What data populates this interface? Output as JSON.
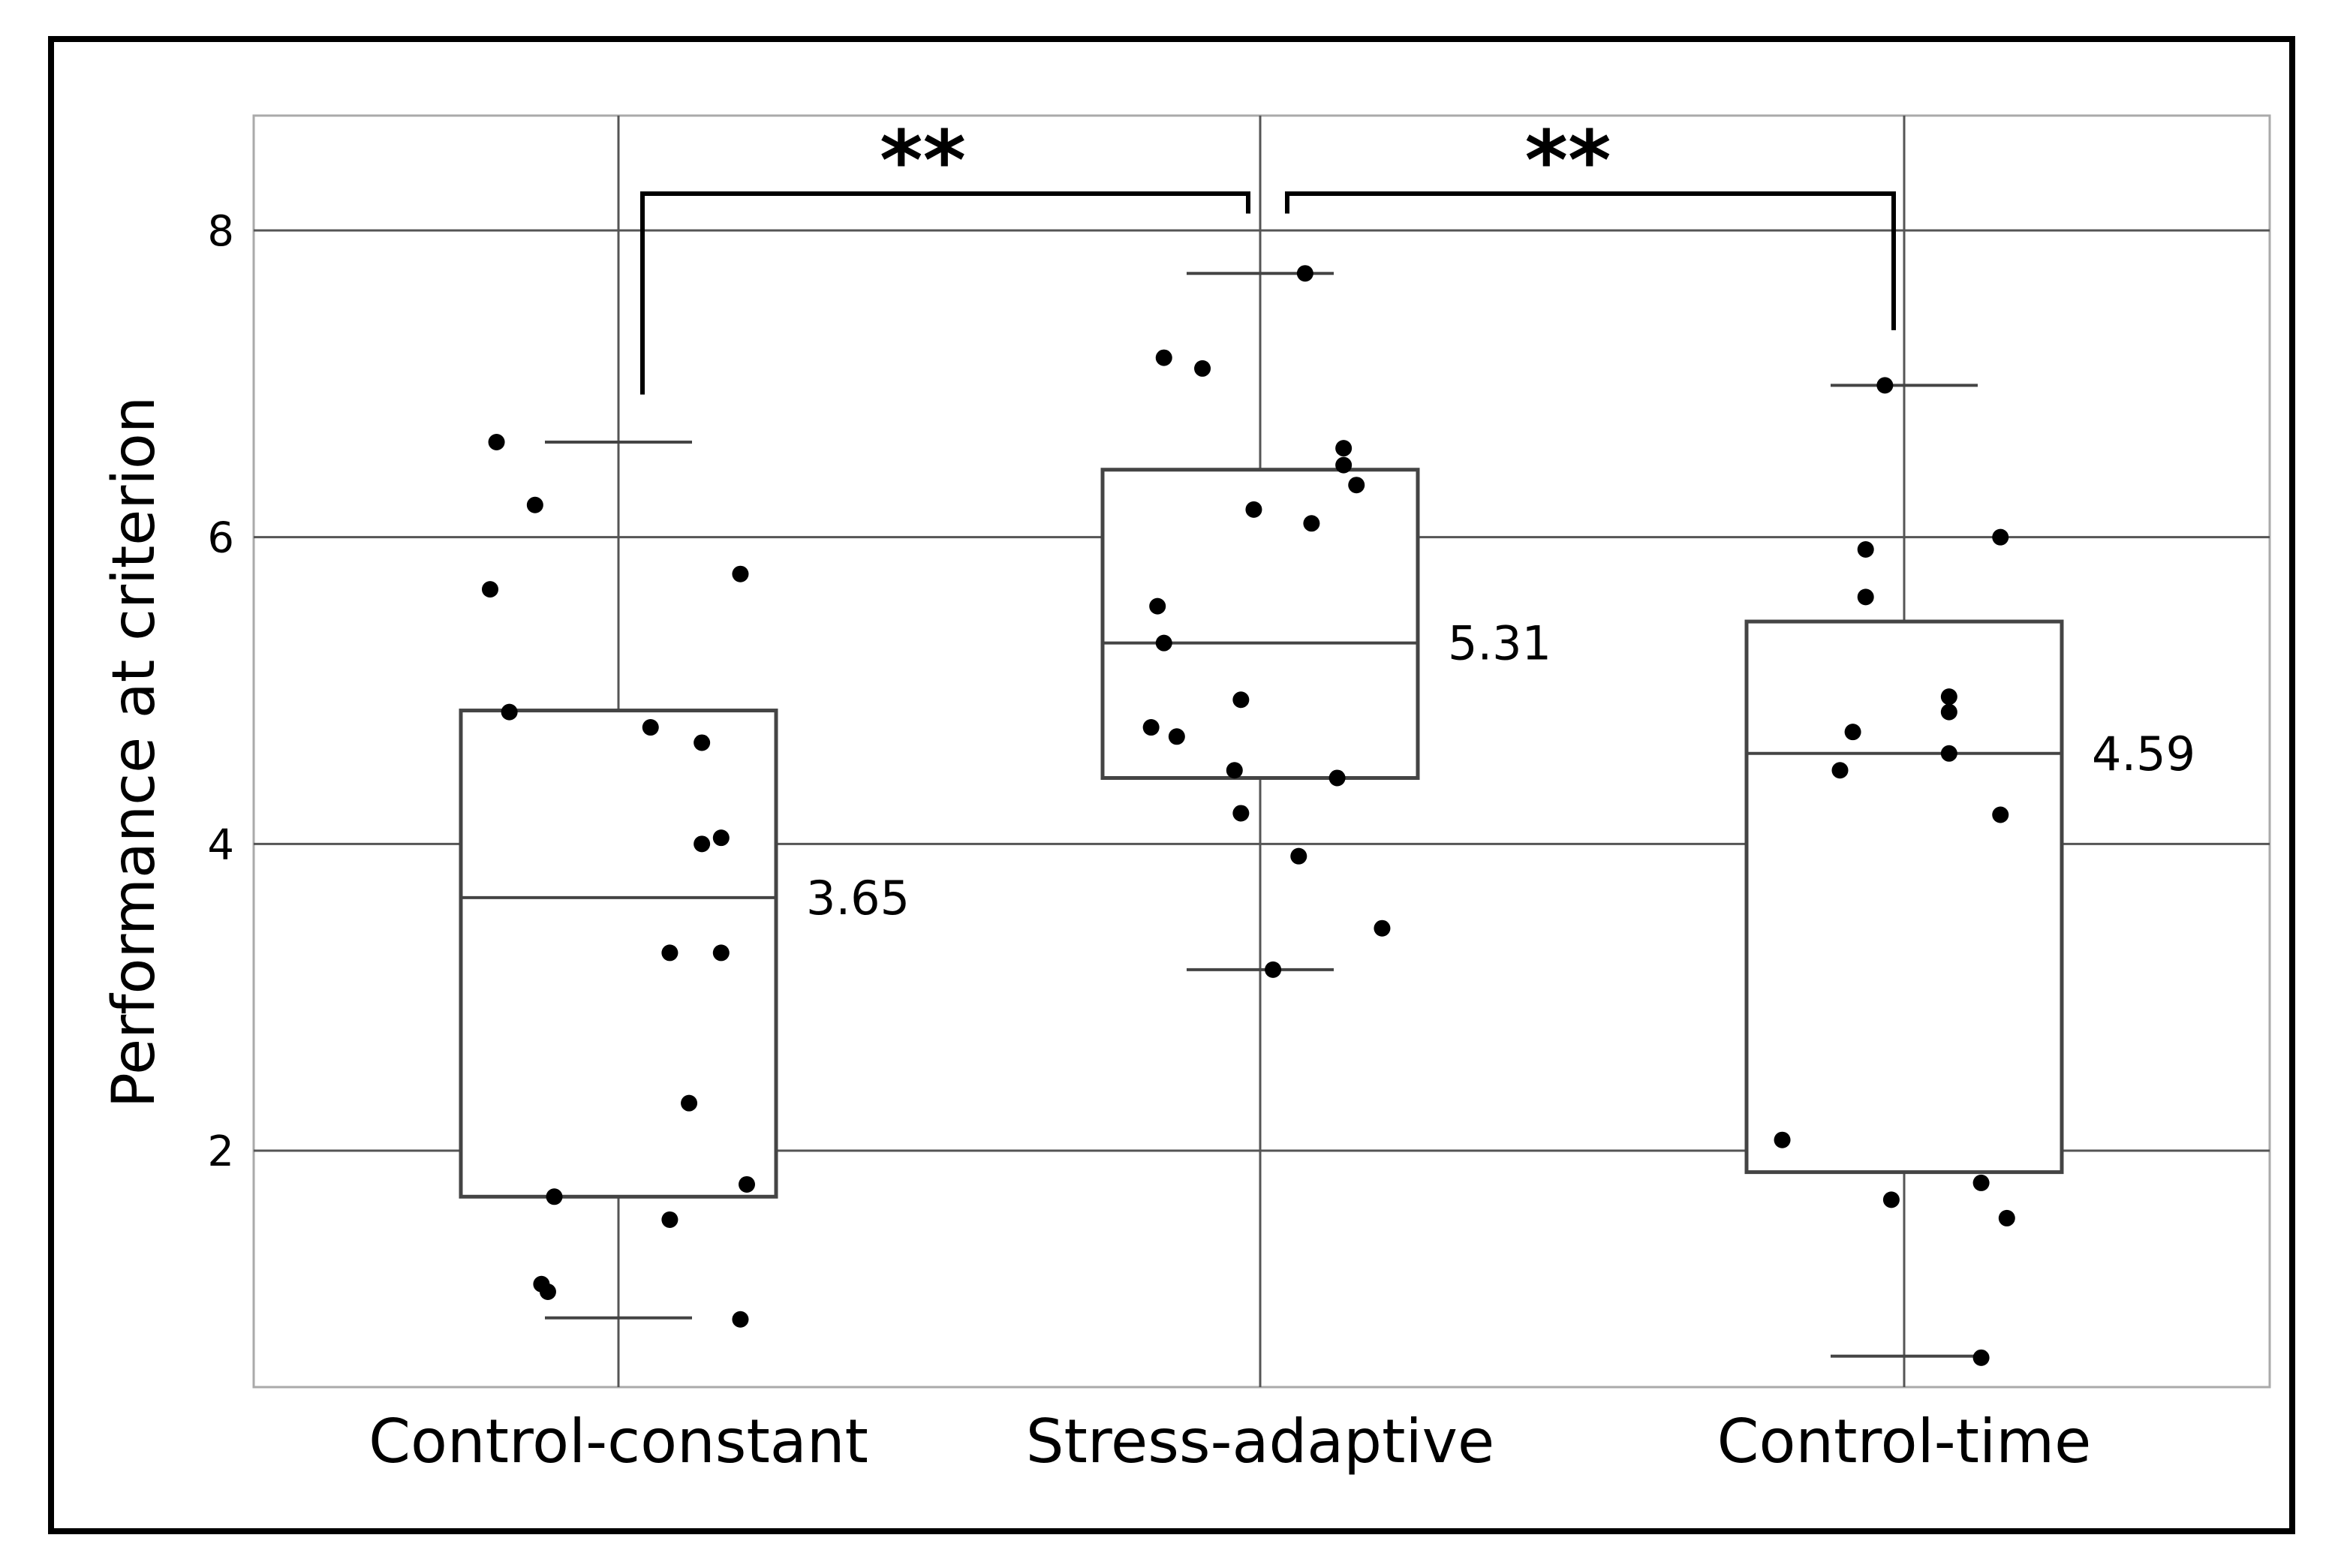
{
  "chart_data": {
    "type": "box",
    "xlabel": "",
    "ylabel": "Performance at  criterion",
    "ylim": [
      0.5,
      8.75
    ],
    "yticks": [
      2,
      4,
      6,
      8
    ],
    "grid": true,
    "categories": [
      "Control-constant",
      "Stress-adaptive",
      "Control-time"
    ],
    "boxes": [
      {
        "category": "Control-constant",
        "whisker_low": 0.91,
        "q1": 1.7,
        "median": 3.65,
        "q3": 4.87,
        "whisker_high": 6.62,
        "median_label": "3.65",
        "points": [
          {
            "x": -0.19,
            "y": 6.62
          },
          {
            "x": -0.13,
            "y": 6.21
          },
          {
            "x": -0.2,
            "y": 5.66
          },
          {
            "x": 0.19,
            "y": 5.76
          },
          {
            "x": -0.17,
            "y": 4.86
          },
          {
            "x": 0.05,
            "y": 4.76
          },
          {
            "x": 0.13,
            "y": 4.66
          },
          {
            "x": 0.13,
            "y": 4.0
          },
          {
            "x": 0.16,
            "y": 4.04
          },
          {
            "x": 0.08,
            "y": 3.29
          },
          {
            "x": 0.16,
            "y": 3.29
          },
          {
            "x": 0.11,
            "y": 2.31
          },
          {
            "x": 0.2,
            "y": 1.78
          },
          {
            "x": -0.1,
            "y": 1.7
          },
          {
            "x": 0.08,
            "y": 1.55
          },
          {
            "x": -0.12,
            "y": 1.13
          },
          {
            "x": -0.11,
            "y": 1.08
          },
          {
            "x": 0.19,
            "y": 0.9
          }
        ]
      },
      {
        "category": "Stress-adaptive",
        "whisker_low": 3.18,
        "q1": 4.43,
        "median": 5.31,
        "q3": 6.44,
        "whisker_high": 7.72,
        "median_label": "5.31",
        "points": [
          {
            "x": 0.07,
            "y": 7.72
          },
          {
            "x": -0.15,
            "y": 7.17
          },
          {
            "x": -0.09,
            "y": 7.1
          },
          {
            "x": 0.13,
            "y": 6.58
          },
          {
            "x": 0.13,
            "y": 6.47
          },
          {
            "x": 0.15,
            "y": 6.34
          },
          {
            "x": -0.01,
            "y": 6.18
          },
          {
            "x": 0.08,
            "y": 6.09
          },
          {
            "x": -0.16,
            "y": 5.55
          },
          {
            "x": -0.15,
            "y": 5.31
          },
          {
            "x": -0.03,
            "y": 4.94
          },
          {
            "x": -0.17,
            "y": 4.76
          },
          {
            "x": -0.13,
            "y": 4.7
          },
          {
            "x": -0.04,
            "y": 4.48
          },
          {
            "x": 0.12,
            "y": 4.43
          },
          {
            "x": -0.03,
            "y": 4.2
          },
          {
            "x": 0.06,
            "y": 3.92
          },
          {
            "x": 0.19,
            "y": 3.45
          },
          {
            "x": 0.02,
            "y": 3.18
          }
        ]
      },
      {
        "category": "Control-time",
        "whisker_low": 0.66,
        "q1": 1.86,
        "median": 4.59,
        "q3": 5.45,
        "whisker_high": 6.99,
        "median_label": "4.59",
        "points": [
          {
            "x": -0.03,
            "y": 6.99
          },
          {
            "x": -0.06,
            "y": 5.92
          },
          {
            "x": 0.15,
            "y": 6.0
          },
          {
            "x": -0.06,
            "y": 5.61
          },
          {
            "x": -0.08,
            "y": 4.73
          },
          {
            "x": -0.1,
            "y": 4.48
          },
          {
            "x": 0.07,
            "y": 4.86
          },
          {
            "x": 0.07,
            "y": 4.59
          },
          {
            "x": 0.07,
            "y": 4.96
          },
          {
            "x": 0.15,
            "y": 4.19
          },
          {
            "x": -0.19,
            "y": 2.07
          },
          {
            "x": 0.12,
            "y": 1.79
          },
          {
            "x": -0.02,
            "y": 1.68
          },
          {
            "x": 0.16,
            "y": 1.56
          },
          {
            "x": 0.12,
            "y": 0.65
          }
        ]
      }
    ],
    "significance": [
      {
        "from": 0,
        "to": 1,
        "label": "**",
        "left_drop_to": 6.93,
        "right_drop_to": 8.11
      },
      {
        "from": 1,
        "to": 2,
        "label": "**",
        "left_drop_to": 8.11,
        "right_drop_to": 7.35
      }
    ]
  }
}
